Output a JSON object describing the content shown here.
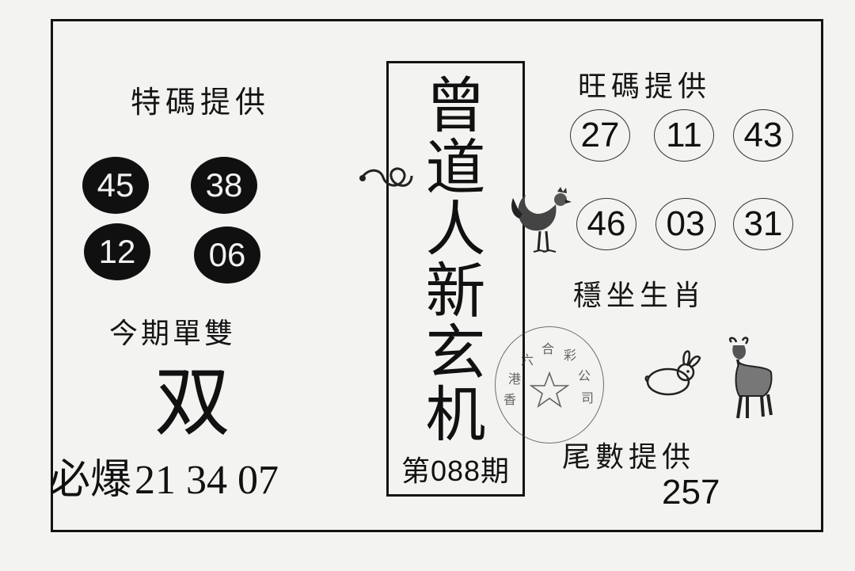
{
  "left": {
    "special_heading": "特碼提供",
    "special_numbers": [
      "45",
      "38",
      "12",
      "06"
    ],
    "parity_heading": "今期單雙",
    "parity_value": "双",
    "must_label": "必爆",
    "must_numbers": "21 34 07"
  },
  "center": {
    "title_chars": [
      "曾",
      "道",
      "人",
      "新",
      "玄",
      "机"
    ],
    "issue": "第088期",
    "stamp_text": "香港六合彩公司"
  },
  "right": {
    "hot_heading": "旺碼提供",
    "hot_numbers": [
      "27",
      "11",
      "43",
      "46",
      "03",
      "31"
    ],
    "zodiac_heading": "穩坐生肖",
    "tail_heading": "尾數提供",
    "tail_value": "257"
  },
  "icons": [
    "snake-icon",
    "rooster-icon",
    "rabbit-icon",
    "goat-icon"
  ]
}
